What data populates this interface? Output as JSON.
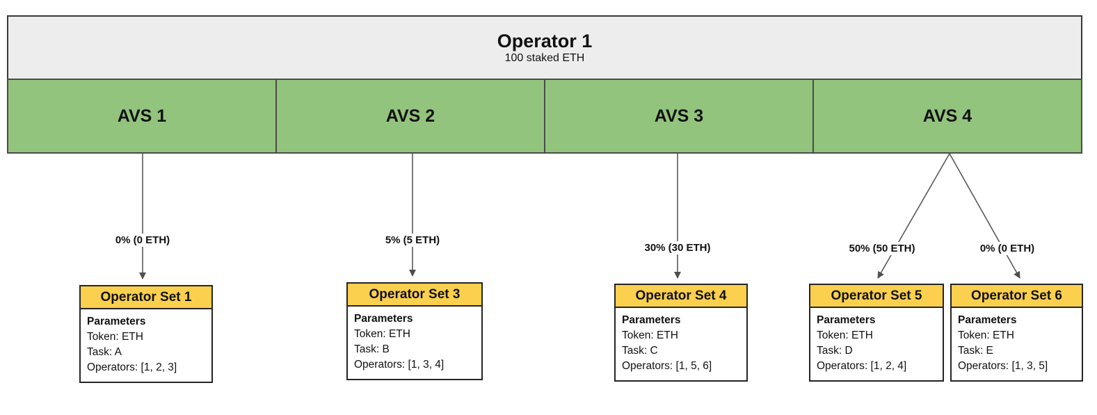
{
  "diagram": {
    "operator": {
      "title": "Operator 1",
      "subtitle": "100 staked ETH"
    },
    "avs": [
      {
        "label": "AVS 1"
      },
      {
        "label": "AVS 2"
      },
      {
        "label": "AVS 3"
      },
      {
        "label": "AVS 4"
      }
    ],
    "allocations": [
      {
        "from": "AVS 1",
        "label": "0% (0 ETH)",
        "to": "Operator Set 1"
      },
      {
        "from": "AVS 2",
        "label": "5% (5 ETH)",
        "to": "Operator Set 3"
      },
      {
        "from": "AVS 3",
        "label": "30% (30 ETH)",
        "to": "Operator Set 4"
      },
      {
        "from": "AVS 4",
        "label": "50% (50 ETH)",
        "to": "Operator Set 5"
      },
      {
        "from": "AVS 4",
        "label": "0% (0 ETH)",
        "to": "Operator Set 6"
      }
    ],
    "operator_sets": [
      {
        "title": "Operator Set 1",
        "heading": "Parameters",
        "token": "Token: ETH",
        "task": "Task: A",
        "operators": "Operators: [1, 2, 3]"
      },
      {
        "title": "Operator Set 3",
        "heading": "Parameters",
        "token": "Token: ETH",
        "task": "Task: B",
        "operators": "Operators: [1, 3, 4]"
      },
      {
        "title": "Operator Set 4",
        "heading": "Parameters",
        "token": "Token: ETH",
        "task": "Task: C",
        "operators": "Operators: [1, 5, 6]"
      },
      {
        "title": "Operator Set 5",
        "heading": "Parameters",
        "token": "Token: ETH",
        "task": "Task: D",
        "operators": "Operators: [1, 2, 4]"
      },
      {
        "title": "Operator Set 6",
        "heading": "Parameters",
        "token": "Token: ETH",
        "task": "Task: E",
        "operators": "Operators: [1, 3, 5]"
      }
    ],
    "colors": {
      "avs_green": "#93C47D",
      "set_header_yellow": "#FBD04E",
      "operator_gray": "#EDEDED",
      "connector_gray": "#595959"
    }
  }
}
